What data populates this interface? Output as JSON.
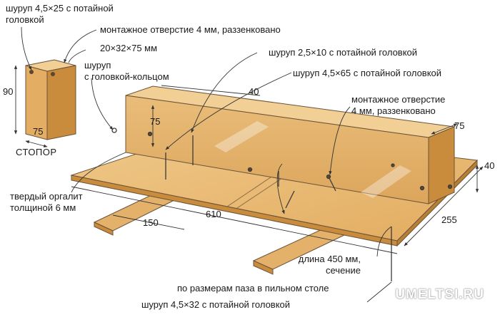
{
  "labels": {
    "screw_4_5x25_l1": "шуруп 4,5×25 с потайной",
    "screw_4_5x25_l2": "головкой",
    "mount_hole_top": "монтажное отверстие 4 мм, раззенковано",
    "block_size": "20×32×75 мм",
    "ring_screw_l1": "шуруп",
    "ring_screw_l2": "с головкой-кольцом",
    "screw_2_5x10": "шуруп 2,5×10 с потайной головкой",
    "screw_4_5x65": "шуруп 4,5×65 с потайной головкой",
    "mount_hole_right_l1": "монтажное отверстие",
    "mount_hole_right_l2": "4 мм, раззенковано",
    "stopper": "СТОПОР",
    "hardboard_l1": "твердый оргалит",
    "hardboard_l2": "толщиной 6 мм",
    "runner_l1": "длина 450 мм,",
    "runner_l2": "сечение",
    "runner_l3": "по размерам паза в пильном столе",
    "screw_4_5x32": "шуруп 4,5×32 с потайной головкой"
  },
  "dimensions": {
    "stop_height": "90",
    "stop_width": "75",
    "fence_thickness": "40",
    "fence_height": "75",
    "fence_height_right": "75",
    "fence_thickness_right": "40",
    "runner_offset": "150",
    "base_length": "610",
    "base_depth": "255"
  },
  "watermark": "UMELTSI.RU",
  "colors": {
    "wood": "#e8b971",
    "wood_dark": "#d39b4d",
    "wood_side": "#c98c3c",
    "line": "#3a3a3a"
  }
}
